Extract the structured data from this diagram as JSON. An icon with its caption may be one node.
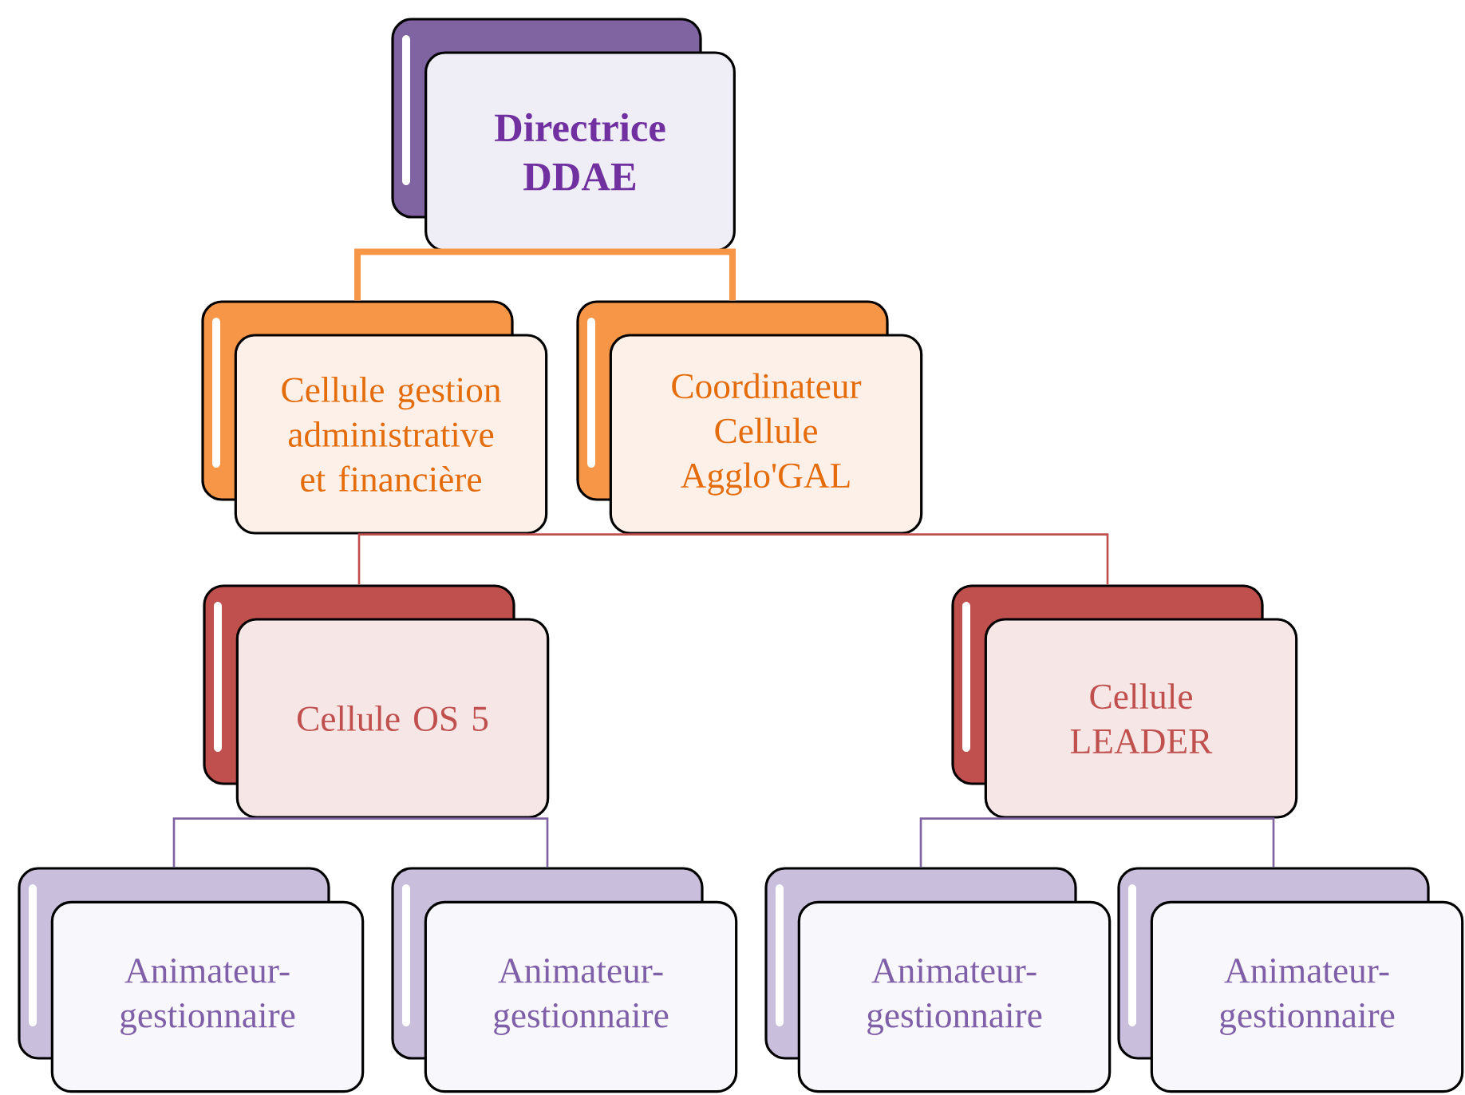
{
  "diagram": {
    "nodes": [
      {
        "text": [
          "Directrice DDAE"
        ]
      },
      {
        "text": [
          "Cellule gestion administrative et financière"
        ]
      },
      {
        "text": [
          "Coordinateur Cellule Agglo'GAL"
        ]
      },
      {
        "text": [
          "Cellule OS 5"
        ]
      },
      {
        "text": [
          "Cellule LEADER"
        ]
      },
      {
        "text": [
          "Animateur-gestionnaire"
        ]
      },
      {
        "text": [
          "Animateur-gestionnaire"
        ]
      },
      {
        "text": [
          "Animateur-gestionnaire"
        ]
      },
      {
        "text": [
          "Animateur-gestionnaire"
        ]
      }
    ],
    "edges": [
      {
        "from": 0,
        "to": 1,
        "arrow": "none",
        "style": "thick",
        "color": "#f79646"
      },
      {
        "from": 0,
        "to": 2,
        "arrow": "none",
        "style": "thick",
        "color": "#f79646"
      },
      {
        "from": 2,
        "to": 3,
        "arrow": "none",
        "color": "#c0504d"
      },
      {
        "from": 2,
        "to": 4,
        "arrow": "none",
        "color": "#c0504d"
      },
      {
        "from": 3,
        "to": 5,
        "arrow": "none"
      },
      {
        "from": 3,
        "to": 6,
        "arrow": "none"
      },
      {
        "from": 4,
        "to": 7,
        "arrow": "none"
      },
      {
        "from": 4,
        "to": 8,
        "arrow": "none"
      }
    ]
  }
}
